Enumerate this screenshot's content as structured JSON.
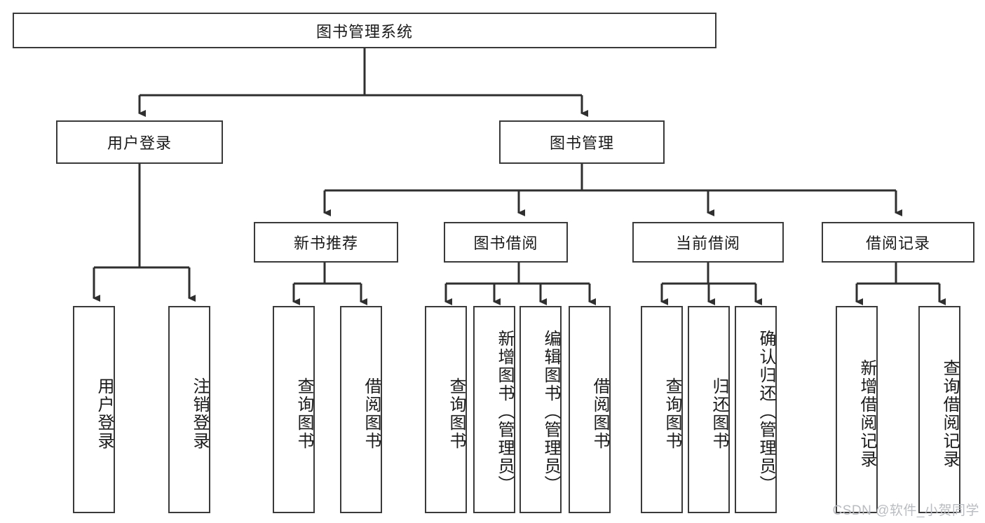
{
  "diagram": {
    "type": "tree-hierarchy-chart",
    "title": "图书管理系统",
    "colors": {
      "background": "#ffffff",
      "box_border": "#3a3a3a",
      "box_fill": "#ffffff",
      "text": "#1a1a1a",
      "connector": "#2f2f2f",
      "watermark": "#b9bcc0"
    },
    "levels": {
      "root": {
        "label": "图书管理系统"
      },
      "level2": [
        {
          "label": "用户登录"
        },
        {
          "label": "图书管理"
        }
      ],
      "level3": [
        {
          "label": "新书推荐"
        },
        {
          "label": "图书借阅"
        },
        {
          "label": "当前借阅"
        },
        {
          "label": "借阅记录"
        }
      ],
      "leaves_user_login": [
        {
          "label": "用户登录"
        },
        {
          "label": "注销登录"
        }
      ],
      "leaves_new_book": [
        {
          "label": "查询图书"
        },
        {
          "label": "借阅图书"
        }
      ],
      "leaves_book_borrow": [
        {
          "label": "查询图书"
        },
        {
          "label": "新增图书（管理员）"
        },
        {
          "label": "编辑图书（管理员）"
        },
        {
          "label": "借阅图书"
        }
      ],
      "leaves_current_borrow": [
        {
          "label": "查询图书"
        },
        {
          "label": "归还图书"
        },
        {
          "label": "确认归还（管理员）"
        }
      ],
      "leaves_borrow_record": [
        {
          "label": "新增借阅记录"
        },
        {
          "label": "查询借阅记录"
        }
      ]
    }
  },
  "watermark": {
    "text": "CSDN @软件_小贺同学"
  }
}
